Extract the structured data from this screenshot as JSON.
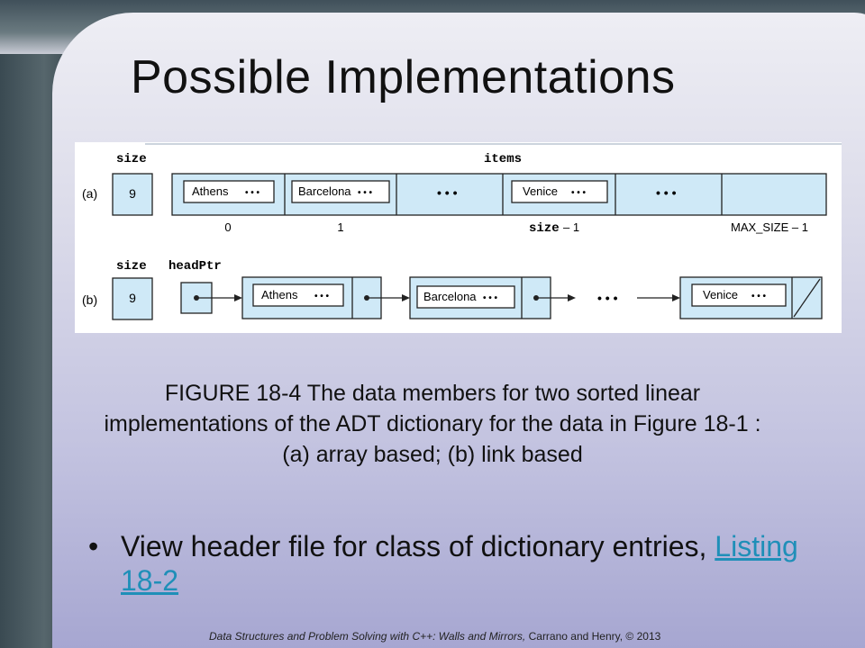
{
  "slide": {
    "title": "Possible Implementations",
    "caption": "FIGURE 18-4 The data members for two sorted linear implementations of the ADT dictionary for the data in Figure 18-1 : (a) array based; (b) link based",
    "bullet_text": "View header file for class of dictionary entries,",
    "bullet_link": "Listing 18-2",
    "footer_book": "Data Structures and Problem Solving with C++: Walls and Mirrors,",
    "footer_rest": " Carrano and Henry, © 2013"
  },
  "diagram": {
    "part_a": {
      "label": "(a)",
      "size_label": "size",
      "items_label": "items",
      "size_value": "9",
      "cells": [
        "Athens",
        "Barcelona",
        "",
        "Venice",
        "",
        ""
      ],
      "ellipsis": "• • •",
      "big_ellipsis": "• • •",
      "indices": [
        "0",
        "1",
        "size",
        "– 1",
        "MAX_SIZE – 1"
      ]
    },
    "part_b": {
      "label": "(b)",
      "size_label": "size",
      "head_label": "headPtr",
      "size_value": "9",
      "nodes": [
        "Athens",
        "Barcelona",
        "Venice"
      ],
      "ellipsis": "• • •",
      "big_ellipsis": "• • •"
    },
    "colors": {
      "cell_fill": "#cfe9f7",
      "stroke": "#222222"
    }
  }
}
